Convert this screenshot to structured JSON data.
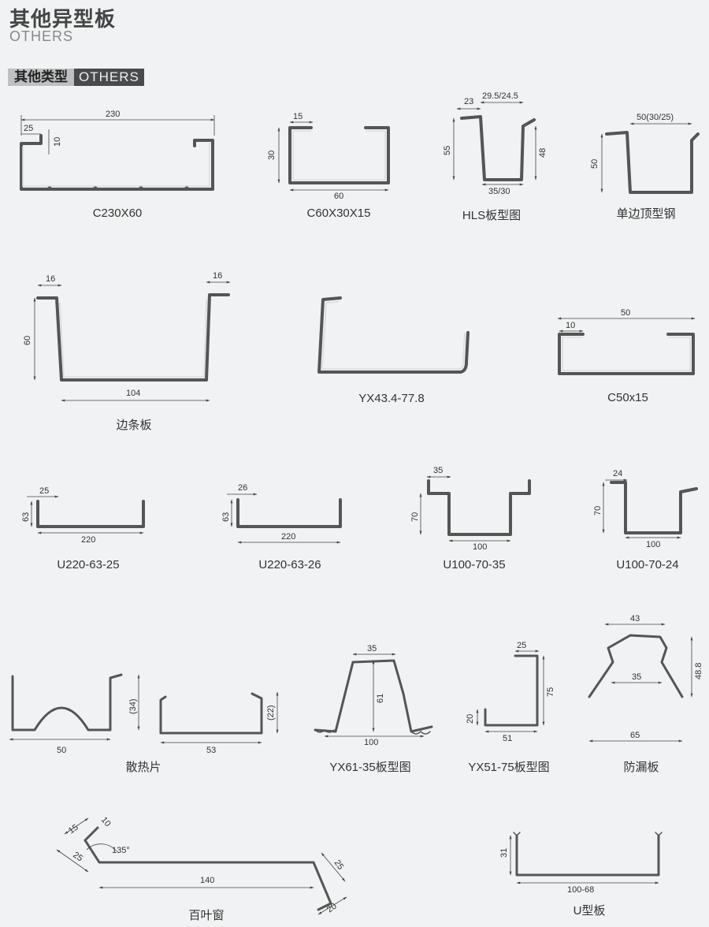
{
  "page": {
    "title": "其他异型板",
    "subtitle": "OTHERS",
    "section_cn": "其他类型",
    "section_en": "OTHERS"
  },
  "profiles": [
    {
      "caption": "C230X60",
      "dims": [
        "230",
        "25",
        "10"
      ]
    },
    {
      "caption": "C60X30X15",
      "dims": [
        "15",
        "30",
        "60"
      ]
    },
    {
      "caption": "HLS板型图",
      "dims": [
        "23",
        "29.5/24.5",
        "55",
        "48",
        "35/30"
      ]
    },
    {
      "caption": "单边顶型钢",
      "dims": [
        "50(30/25)",
        "50"
      ]
    },
    {
      "caption": "边条板",
      "dims": [
        "16",
        "16",
        "60",
        "104"
      ]
    },
    {
      "caption": "YX43.4-77.8",
      "dims": []
    },
    {
      "caption": "C50x15",
      "dims": [
        "50",
        "10"
      ]
    },
    {
      "caption": "U220-63-25",
      "dims": [
        "25",
        "63",
        "220"
      ]
    },
    {
      "caption": "U220-63-26",
      "dims": [
        "26",
        "63",
        "220"
      ]
    },
    {
      "caption": "U100-70-35",
      "dims": [
        "35",
        "70",
        "100"
      ]
    },
    {
      "caption": "U100-70-24",
      "dims": [
        "24",
        "70",
        "100"
      ]
    },
    {
      "caption": "散热片",
      "dims": [
        "(34)",
        "50",
        "(22)",
        "53"
      ]
    },
    {
      "caption": "YX61-35板型图",
      "dims": [
        "35",
        "61",
        "100"
      ]
    },
    {
      "caption": "YX51-75板型图",
      "dims": [
        "25",
        "75",
        "20",
        "51"
      ]
    },
    {
      "caption": "防漏板",
      "dims": [
        "43",
        "48.8",
        "35",
        "65"
      ]
    },
    {
      "caption": "百叶窗",
      "dims": [
        "15",
        "10",
        "135°",
        "25",
        "140",
        "25",
        "20"
      ]
    },
    {
      "caption": "U型板",
      "dims": [
        "31",
        "100-68"
      ]
    }
  ]
}
